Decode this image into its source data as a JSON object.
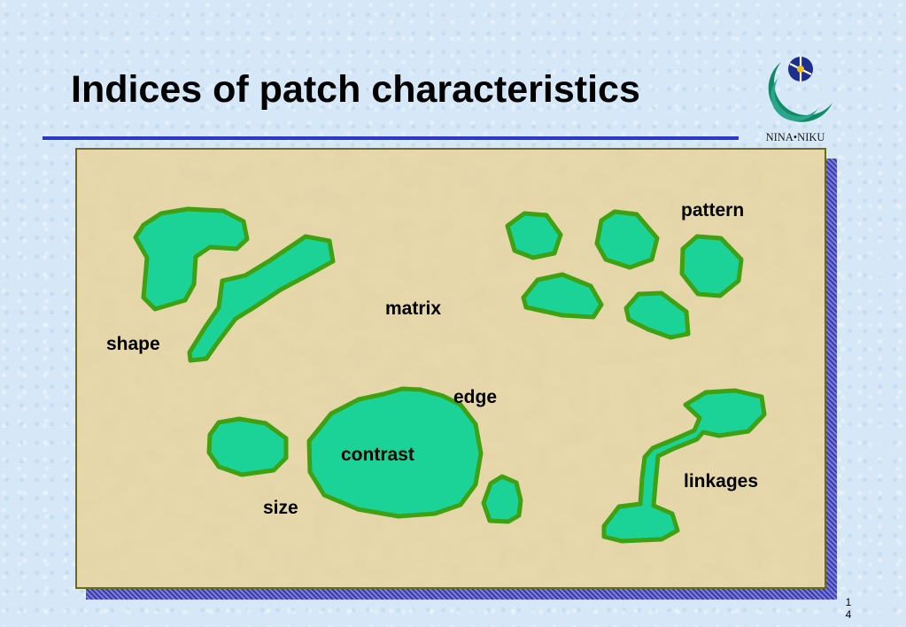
{
  "slide": {
    "title": "Indices of patch characteristics",
    "page_number_line1": "1",
    "page_number_line2": "4"
  },
  "logo": {
    "text": "NINA•NIKU"
  },
  "diagram": {
    "labels": {
      "pattern": "pattern",
      "matrix": "matrix",
      "shape": "shape",
      "edge": "edge",
      "contrast": "contrast",
      "linkages": "linkages",
      "size": "size"
    },
    "colors": {
      "patch_fill": "#1bd397",
      "patch_stroke": "#3fa012",
      "matrix": "#e8d9ab",
      "title_rule": "#2b39c8",
      "panel_shadow": "#5a5ac9"
    }
  }
}
